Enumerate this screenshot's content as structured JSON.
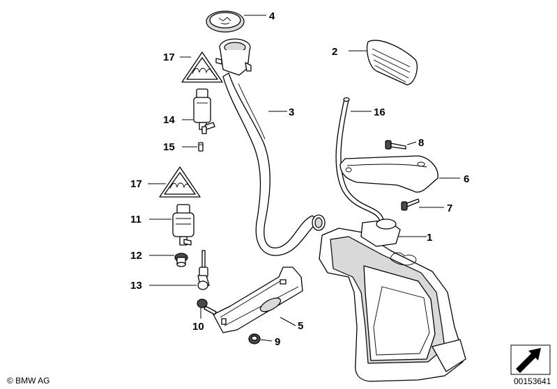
{
  "diagram": {
    "callouts": [
      {
        "id": "1",
        "label": "1"
      },
      {
        "id": "2",
        "label": "2"
      },
      {
        "id": "3",
        "label": "3"
      },
      {
        "id": "4",
        "label": "4"
      },
      {
        "id": "5",
        "label": "5"
      },
      {
        "id": "6",
        "label": "6"
      },
      {
        "id": "7",
        "label": "7"
      },
      {
        "id": "8",
        "label": "8"
      },
      {
        "id": "9",
        "label": "9"
      },
      {
        "id": "10",
        "label": "10"
      },
      {
        "id": "11",
        "label": "11"
      },
      {
        "id": "12",
        "label": "12"
      },
      {
        "id": "13",
        "label": "13"
      },
      {
        "id": "14",
        "label": "14"
      },
      {
        "id": "15",
        "label": "15"
      },
      {
        "id": "16",
        "label": "16"
      },
      {
        "id": "17a",
        "label": "17"
      },
      {
        "id": "17b",
        "label": "17"
      }
    ],
    "copyright": "© BMW AG",
    "diagram_number": "00153641"
  }
}
